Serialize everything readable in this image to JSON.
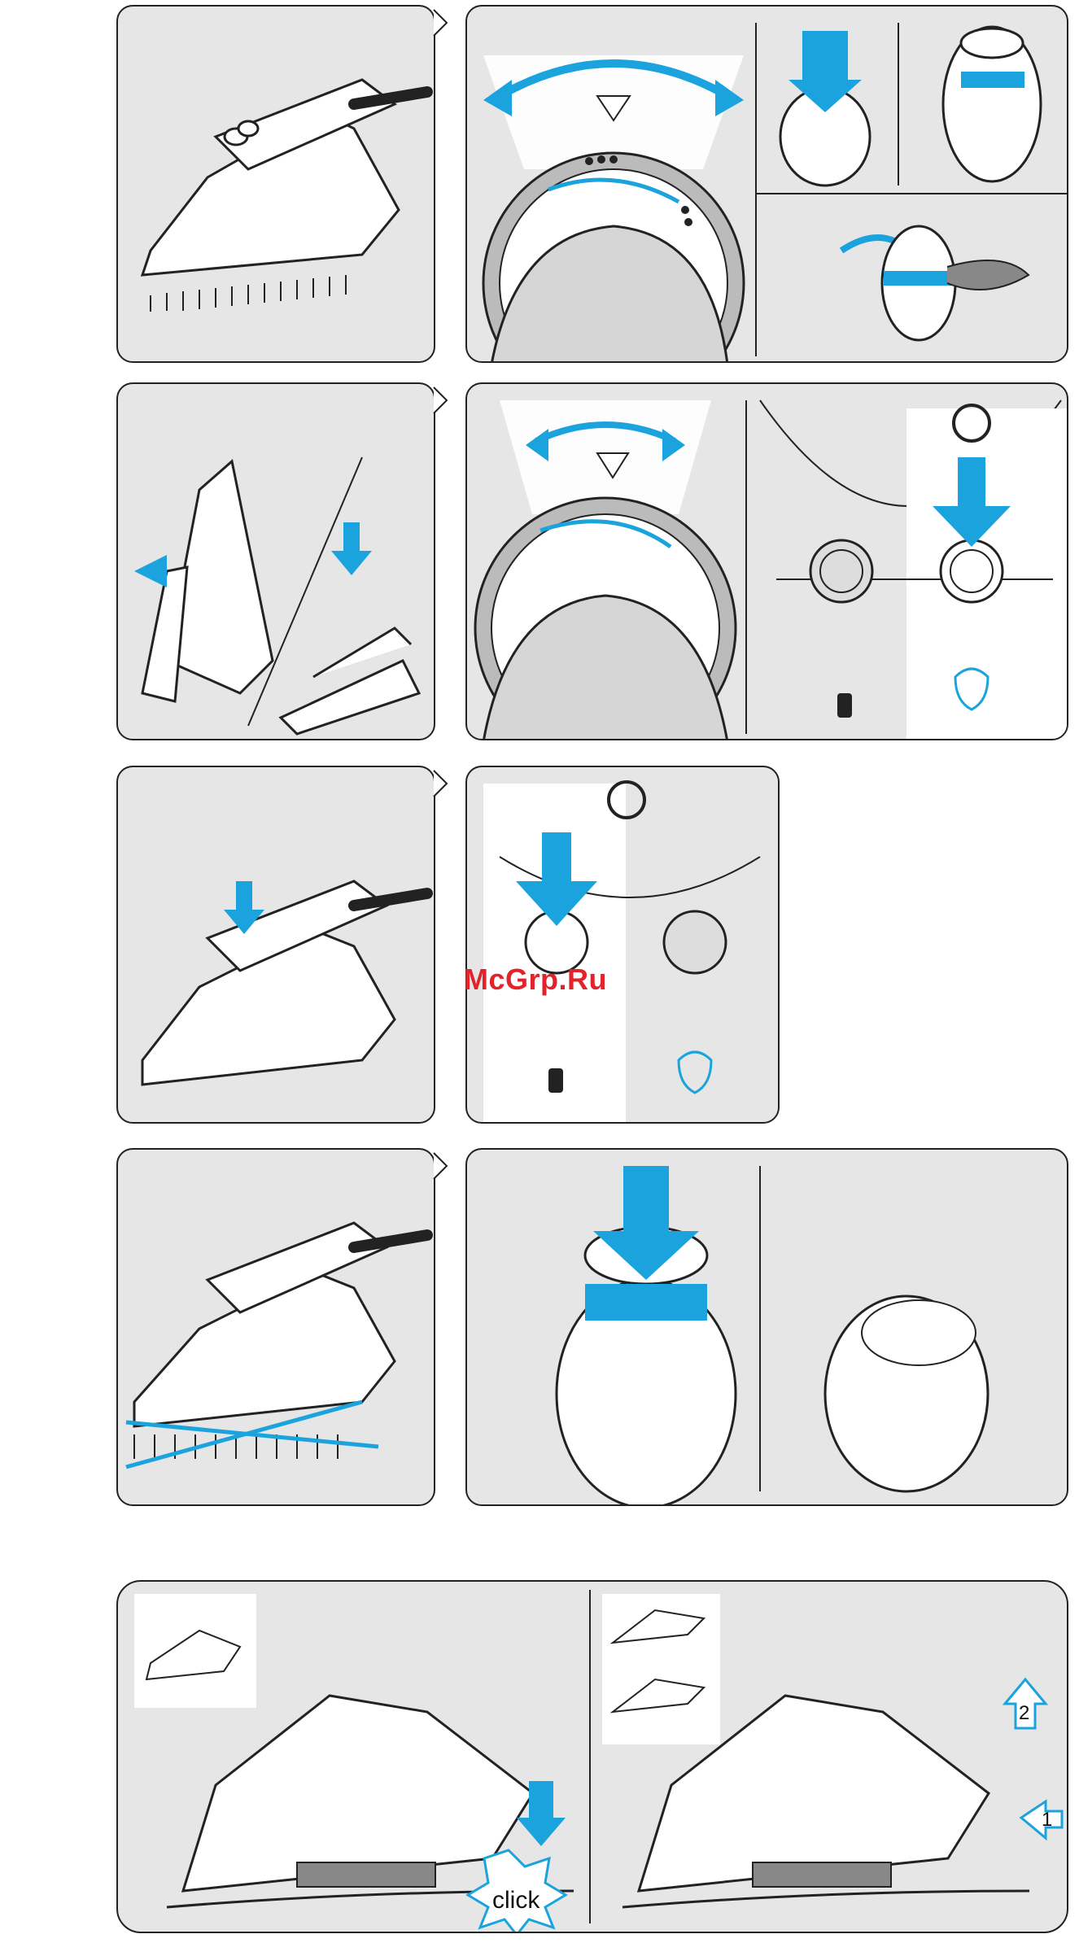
{
  "watermark": "McGrp.Ru",
  "labels": {
    "click": "click",
    "step1": "1",
    "step2": "2"
  },
  "colors": {
    "accent": "#1aa3dd",
    "panel": "#e6e6e6",
    "line": "#222222",
    "watermark": "#e2232a"
  },
  "icons": [
    "iron-illustration",
    "steam-dial-icon",
    "steam-button-icon",
    "spray-icon",
    "steam-icon",
    "power-icon",
    "click-burst-icon"
  ]
}
